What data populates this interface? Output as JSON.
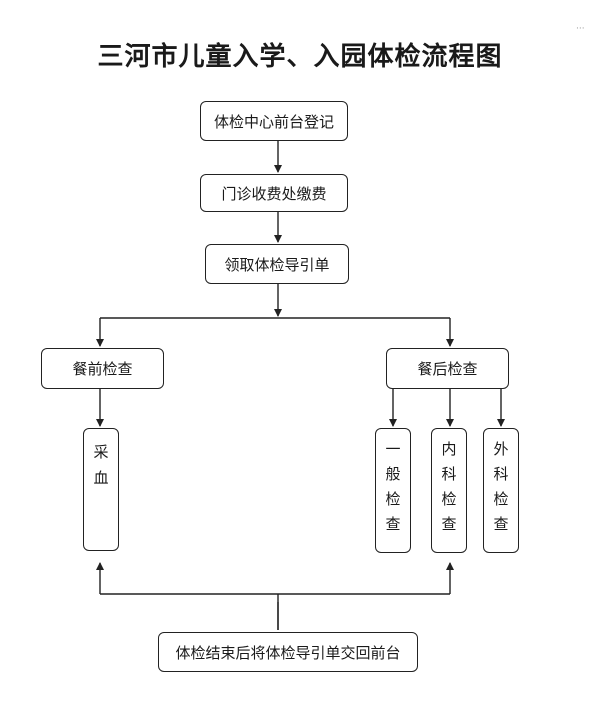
{
  "title": "三河市儿童入学、入园体检流程图",
  "corner_mark": "···",
  "steps": {
    "register": "体检中心前台登记",
    "pay": "门诊收费处缴费",
    "guide": "领取体检导引单",
    "before_meal": "餐前检查",
    "after_meal": "餐后检查",
    "blood": "采血",
    "general": "一般检查",
    "internal": "内科检查",
    "surgical": "外科检查",
    "return": "体检结束后将体检导引单交回前台"
  }
}
